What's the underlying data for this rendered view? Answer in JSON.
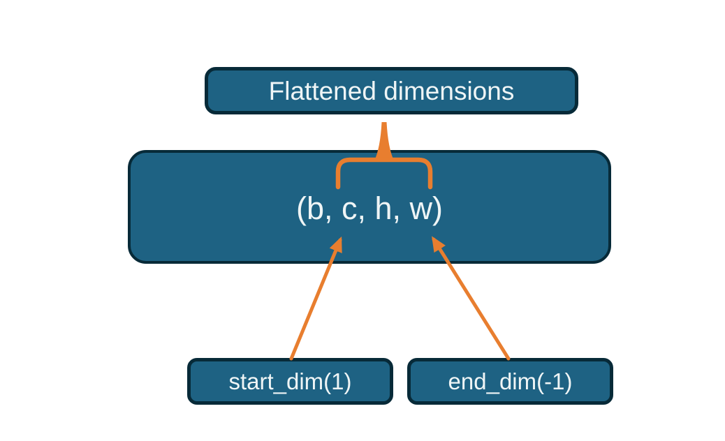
{
  "diagram": {
    "labels": {
      "flattened": "Flattened dimensions",
      "tensor_shape": "(b, c, h, w)",
      "start_dim": "start_dim(1)",
      "end_dim": "end_dim(-1)"
    },
    "colors": {
      "background": "#ffffff",
      "node_fill": "#1e6283",
      "node_border": "#072a38",
      "connector": "#e87e2f",
      "text": "#eff5f6"
    },
    "relations": [
      {
        "type": "brace",
        "from": "flattened",
        "spans": "c, h, w"
      },
      {
        "type": "arrow",
        "from": "start_dim",
        "to": "c"
      },
      {
        "type": "arrow",
        "from": "end_dim",
        "to": "w"
      }
    ]
  }
}
